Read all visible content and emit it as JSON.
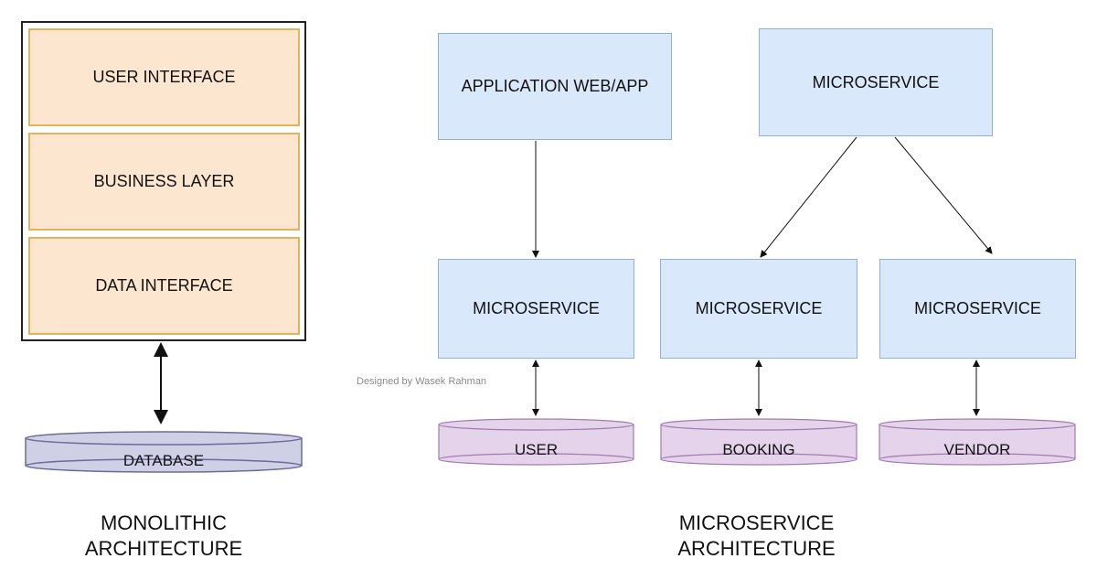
{
  "monolith": {
    "layers": [
      "USER INTERFACE",
      "BUSINESS LAYER",
      "DATA INTERFACE"
    ],
    "database": "DATABASE",
    "caption": [
      "MONOLITHIC",
      "ARCHITECTURE"
    ]
  },
  "microservice": {
    "app": "APPLICATION WEB/APP",
    "top_service": "MICROSERVICE",
    "services": [
      "MICROSERVICE",
      "MICROSERVICE",
      "MICROSERVICE"
    ],
    "databases": [
      "USER",
      "BOOKING",
      "VENDOR"
    ],
    "caption": [
      "MICROSERVICE",
      "ARCHITECTURE"
    ]
  },
  "watermark": "Designed by Wasek Rahman",
  "colors": {
    "layer_fill": "#fde6cf",
    "layer_border": "#e3b25a",
    "service_fill": "#d9e8fb",
    "service_border": "#8fb0d8",
    "db_mono_fill": "#cfcfe6",
    "db_mono_border": "#6b6b9a",
    "db_micro_fill": "#e4d3ea",
    "db_micro_border": "#a27ab0"
  }
}
